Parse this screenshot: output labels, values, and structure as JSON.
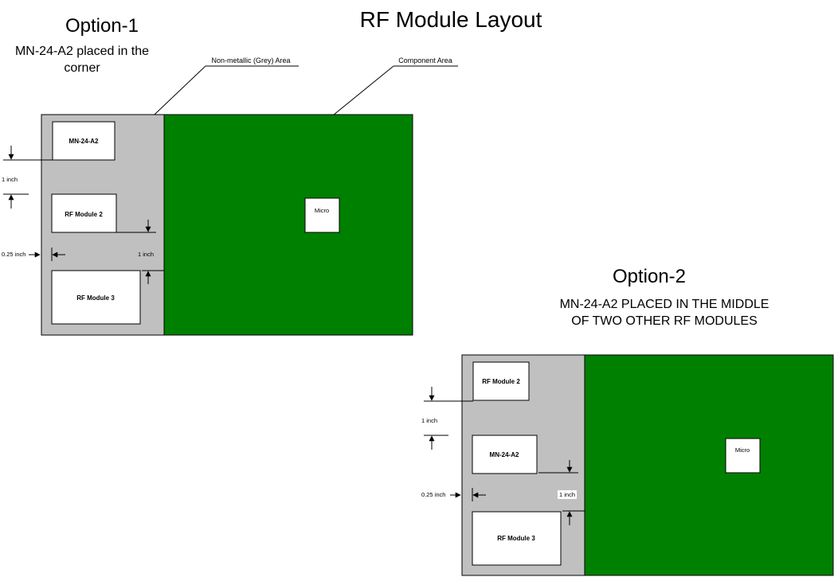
{
  "title": "RF Module Layout",
  "colors": {
    "grey_area": "#c0c0c0",
    "component_area": "#008000",
    "module_fill": "#ffffff",
    "line": "#000000"
  },
  "option1": {
    "title": "Option-1",
    "subtitle_line1": "MN-24-A2 placed in the",
    "subtitle_line2": "corner",
    "callout_grey": "Non-metallic (Grey) Area",
    "callout_component": "Component Area",
    "module_top": "MN-24-A2",
    "module_middle": "RF Module 2",
    "module_bottom": "RF Module 3",
    "micro": "Micro",
    "dim_vertical": "1 inch",
    "dim_horizontal": "0.25 inch",
    "dim_gap": "1 inch"
  },
  "option2": {
    "title": "Option-2",
    "subtitle_line1": "MN-24-A2 PLACED IN THE MIDDLE",
    "subtitle_line2": "OF TWO OTHER RF MODULES",
    "module_top": "RF Module 2",
    "module_middle": "MN-24-A2",
    "module_bottom": "RF Module 3",
    "micro": "Micro",
    "dim_vertical": "1 inch",
    "dim_horizontal": "0.25 inch",
    "dim_gap": "1 inch"
  }
}
